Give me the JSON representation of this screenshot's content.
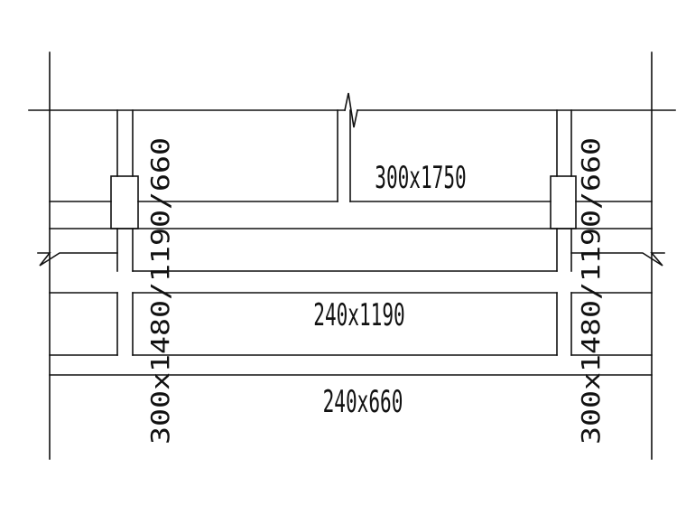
{
  "drawing": {
    "labels": {
      "top_beam": "300x1750",
      "mid_beam": "240x1190",
      "bottom_beam": "240x660",
      "left_column": "300x1480/1190/660",
      "right_column": "300x1480/1190/660"
    },
    "colors": {
      "line": "#111111",
      "background": "#ffffff"
    },
    "symbols": [
      "break-line-top",
      "break-line-left",
      "break-line-right"
    ]
  }
}
